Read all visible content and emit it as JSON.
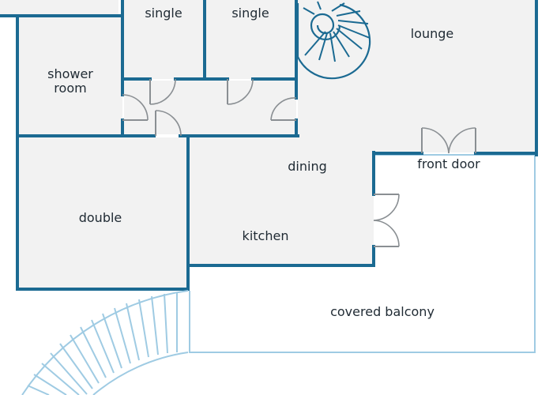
{
  "rooms": {
    "single_1": "single",
    "single_2": "single",
    "lounge": "lounge",
    "shower_line1": "shower",
    "shower_line2": "room",
    "dining": "dining",
    "front_door": "front door",
    "double": "double",
    "kitchen": "kitchen",
    "covered_balcony": "covered balcony"
  },
  "colors": {
    "wall": "#1b6a92",
    "exterior_wall": "#9fcbe3",
    "floor": "#f2f2f2",
    "door": "#8a8f93",
    "label": "#1f2a33"
  },
  "icons": [
    "spiral-staircase-icon",
    "curved-staircase-icon"
  ]
}
